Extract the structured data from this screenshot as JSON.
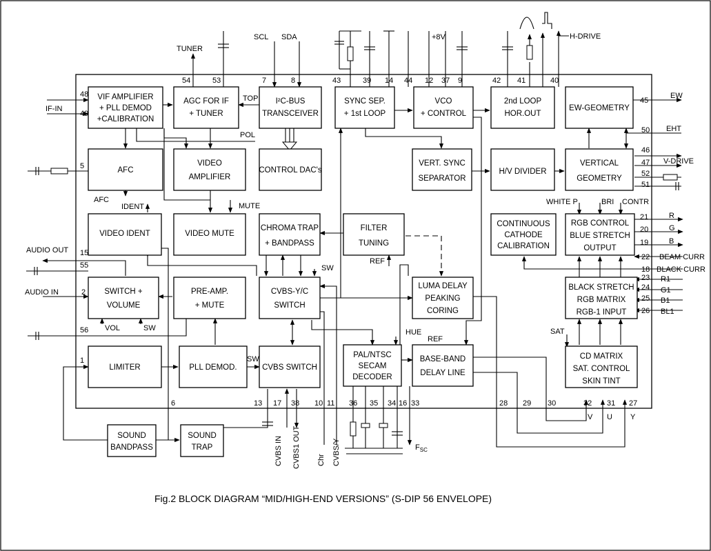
{
  "caption": "Fig.2  BLOCK DIAGRAM “MID/HIGH-END VERSIONS” (S-DIP 56 ENVELOPE)",
  "blocks": {
    "vif": [
      "VIF AMPLIFIER",
      "+ PLL DEMOD",
      "+CALIBRATION"
    ],
    "agc": [
      "AGC FOR IF",
      "+ TUNER"
    ],
    "i2c": [
      "I²C-BUS",
      "TRANSCEIVER"
    ],
    "sync": [
      "SYNC SEP.",
      "+ 1st LOOP"
    ],
    "vco": [
      "VCO",
      "+ CONTROL"
    ],
    "loop2": [
      "2nd LOOP",
      "HOR.OUT"
    ],
    "ewgeo": [
      "EW-GEOMETRY"
    ],
    "afc": [
      "AFC"
    ],
    "vamp": [
      "VIDEO",
      "AMPLIFIER"
    ],
    "cdac": [
      "CONTROL DAC's"
    ],
    "vsync": [
      "VERT. SYNC",
      "SEPARATOR"
    ],
    "hvdiv": [
      "H/V DIVIDER"
    ],
    "vgeo": [
      "VERTICAL",
      "GEOMETRY"
    ],
    "vident": [
      "VIDEO IDENT"
    ],
    "vmute": [
      "VIDEO MUTE"
    ],
    "chroma": [
      "CHROMA TRAP",
      "+ BANDPASS"
    ],
    "filter": [
      "FILTER",
      "TUNING"
    ],
    "ccc": [
      "CONTINUOUS",
      "CATHODE",
      "CALIBRATION"
    ],
    "rgbc": [
      "RGB CONTROL",
      "BLUE STRETCH",
      "OUTPUT"
    ],
    "swvol": [
      "SWITCH +",
      "VOLUME"
    ],
    "preamp": [
      "PRE-AMP.",
      "+ MUTE"
    ],
    "cvbsyc": [
      "CVBS-Y/C",
      "SWITCH"
    ],
    "luma": [
      "LUMA DELAY",
      "PEAKING",
      "CORING"
    ],
    "bstretch": [
      "BLACK STRETCH",
      "RGB MATRIX",
      "RGB-1 INPUT"
    ],
    "limiter": [
      "LIMITER"
    ],
    "plldem": [
      "PLL DEMOD."
    ],
    "cvbssw": [
      "CVBS SWITCH"
    ],
    "pal": [
      "PAL/NTSC",
      "SECAM",
      "DECODER"
    ],
    "baseband": [
      "BASE-BAND",
      "DELAY LINE"
    ],
    "cdm": [
      "CD MATRIX",
      "SAT. CONTROL",
      "SKIN TINT"
    ],
    "sbp": [
      "SOUND",
      "BANDPASS"
    ],
    "strap": [
      "SOUND",
      "TRAP"
    ]
  },
  "signals": {
    "tuner": "TUNER",
    "scl": "SCL",
    "sda": "SDA",
    "v8": "+8V",
    "hdrive": "H-DRIVE",
    "ifin": "IF-IN",
    "top": "TOP",
    "pol": "POL",
    "ew": "EW",
    "eht": "EHT",
    "vdrive": "V-DRIVE",
    "afc": "AFC",
    "ident": "IDENT",
    "mute": "MUTE",
    "whitep": "WHITE P",
    "bri": "BRI",
    "contr": "CONTR",
    "r": "R",
    "g": "G",
    "b": "B",
    "beamcurr": "BEAM CURR",
    "blackcurr": "BLACK CURR",
    "audioout": "AUDIO OUT",
    "ref1": "REF",
    "sw1": "SW",
    "audioin": "AUDIO IN",
    "r1": "R1",
    "g1": "G1",
    "b1": "B1",
    "bl1": "BL1",
    "vol": "VOL",
    "sw2": "SW",
    "hue": "HUE",
    "ref2": "REF",
    "sat": "SAT",
    "sw3": "SW",
    "vout": "V",
    "uout": "U",
    "yout": "Y",
    "cvbsin": "CVBS IN",
    "cvbs1out": "CVBS1 OUT",
    "chr": "Chr",
    "cvbsy": "CVBS/Y",
    "fsc": "F",
    "fsc_sub": "SC"
  },
  "pins": {
    "p54": "54",
    "p53": "53",
    "p7": "7",
    "p8": "8",
    "p43": "43",
    "p39": "39",
    "p14": "14",
    "p44": "44",
    "p12": "12",
    "p37": "37",
    "p9": "9",
    "p42": "42",
    "p41": "41",
    "p40": "40",
    "p48": "48",
    "p49": "49",
    "p45": "45",
    "p50": "50",
    "p5": "5",
    "p46": "46",
    "p47": "47",
    "p52": "52",
    "p51": "51",
    "p21": "21",
    "p20": "20",
    "p19": "19",
    "p22": "22",
    "p18": "18",
    "p15": "15",
    "p55": "55",
    "p23": "23",
    "p2": "2",
    "p24": "24",
    "p25": "25",
    "p26": "26",
    "p56": "56",
    "p1": "1",
    "p6": "6",
    "p13": "13",
    "p17": "17",
    "p38": "38",
    "p10": "10",
    "p11": "11",
    "p36": "36",
    "p35": "35",
    "p34": "34",
    "p16": "16",
    "p33": "33",
    "p28": "28",
    "p29": "29",
    "p30": "30",
    "p32": "32",
    "p31": "31",
    "p27": "27"
  }
}
